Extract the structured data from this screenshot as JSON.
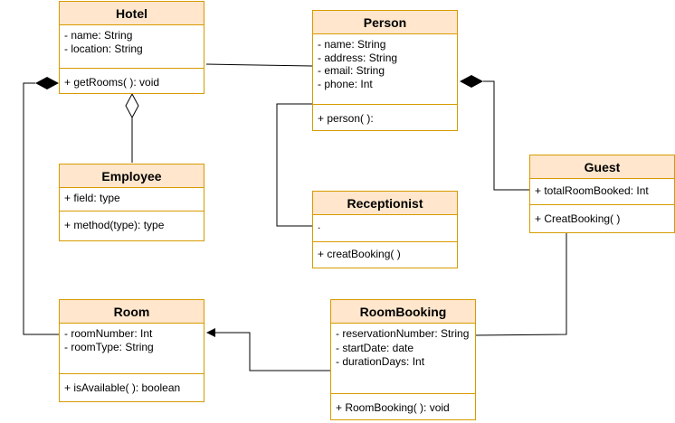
{
  "classes": {
    "hotel": {
      "name": "Hotel",
      "attributes": [
        "- name: String",
        "- location: String"
      ],
      "methods": [
        "+ getRooms( ): void"
      ]
    },
    "person": {
      "name": "Person",
      "attributes": [
        "- name: String",
        "- address: String",
        "- email: String",
        "- phone: Int"
      ],
      "methods": [
        "+ person( ):"
      ]
    },
    "employee": {
      "name": "Employee",
      "attributes": [
        "+ field: type"
      ],
      "methods": [
        "+ method(type): type"
      ]
    },
    "receptionist": {
      "name": "Receptionist",
      "attributes": [
        "."
      ],
      "methods": [
        "+ creatBooking( )"
      ]
    },
    "guest": {
      "name": "Guest",
      "attributes": [
        "+ totalRoomBooked: Int"
      ],
      "methods": [
        "+ CreatBooking( )"
      ]
    },
    "room": {
      "name": "Room",
      "attributes": [
        "- roomNumber: Int",
        "- roomType: String"
      ],
      "methods": [
        "+ isAvailable( ): boolean"
      ]
    },
    "roombooking": {
      "name": "RoomBooking",
      "attributes": [
        "- reservationNumber: String",
        "- startDate: date",
        "- durationDays: Int"
      ],
      "methods": [
        "+ RoomBooking( ): void"
      ]
    }
  },
  "relationships": [
    {
      "from": "hotel",
      "to": "person",
      "type": "association"
    },
    {
      "from": "hotel",
      "to": "employee",
      "type": "aggregation"
    },
    {
      "from": "hotel",
      "to": "room",
      "type": "composition"
    },
    {
      "from": "person",
      "to": "guest",
      "type": "composition"
    },
    {
      "from": "person",
      "to": "receptionist",
      "type": "association"
    },
    {
      "from": "guest",
      "to": "roombooking",
      "type": "association"
    },
    {
      "from": "roombooking",
      "to": "room",
      "type": "directed-association"
    }
  ],
  "colors": {
    "border": "#d79b00",
    "header_fill": "#ffe6cc",
    "line": "#000000"
  }
}
